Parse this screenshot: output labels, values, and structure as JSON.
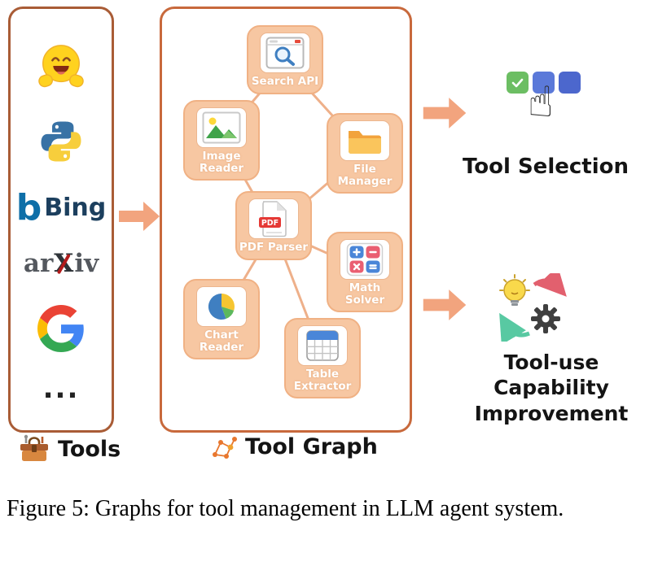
{
  "caption": "Figure 5: Graphs for tool management in LLM agent system.",
  "tools_panel": {
    "label": "Tools",
    "items": [
      {
        "name": "huggingface-logo"
      },
      {
        "name": "python-logo"
      },
      {
        "name": "bing-logo",
        "b": "b",
        "text": "Bing"
      },
      {
        "name": "arxiv-logo",
        "pre": "ar",
        "x": "X",
        "post": "iv"
      },
      {
        "name": "google-logo"
      },
      {
        "name": "more-tools",
        "text": "..."
      }
    ]
  },
  "tool_graph": {
    "label": "Tool Graph",
    "pdf_badge": "PDF",
    "nodes": [
      {
        "id": "search-api",
        "label": "Search API",
        "icon": "search-window-icon"
      },
      {
        "id": "image-reader",
        "label": "Image Reader",
        "icon": "image-icon"
      },
      {
        "id": "file-manager",
        "label": "File Manager",
        "icon": "folder-icon"
      },
      {
        "id": "pdf-parser",
        "label": "PDF Parser",
        "icon": "pdf-file-icon"
      },
      {
        "id": "math-solver",
        "label": "Math Solver",
        "icon": "calculator-icon"
      },
      {
        "id": "chart-reader",
        "label": "Chart Reader",
        "icon": "pie-chart-icon"
      },
      {
        "id": "table-extractor",
        "label": "Table Extractor",
        "icon": "table-icon"
      }
    ],
    "edges": [
      [
        "search-api",
        "image-reader"
      ],
      [
        "search-api",
        "file-manager"
      ],
      [
        "image-reader",
        "pdf-parser"
      ],
      [
        "file-manager",
        "pdf-parser"
      ],
      [
        "pdf-parser",
        "math-solver"
      ],
      [
        "pdf-parser",
        "chart-reader"
      ],
      [
        "pdf-parser",
        "table-extractor"
      ]
    ]
  },
  "outputs": {
    "tool_selection": {
      "label": "Tool Selection",
      "icon": "checkboxes-pointing-hand-icon"
    },
    "capability": {
      "label": "Tool-use Capability Improvement",
      "icon": "bulb-gear-cycle-icon"
    }
  },
  "icons": {
    "hand": "☝"
  },
  "colors": {
    "left_panel_border": "#a95c36",
    "graph_panel_border": "#c8693c",
    "node_fill": "#f7c7a2",
    "node_border": "#f0b184",
    "edge_line": "#eeb08a",
    "arrow": "#f2a47e",
    "node_label": "#ffffff"
  }
}
